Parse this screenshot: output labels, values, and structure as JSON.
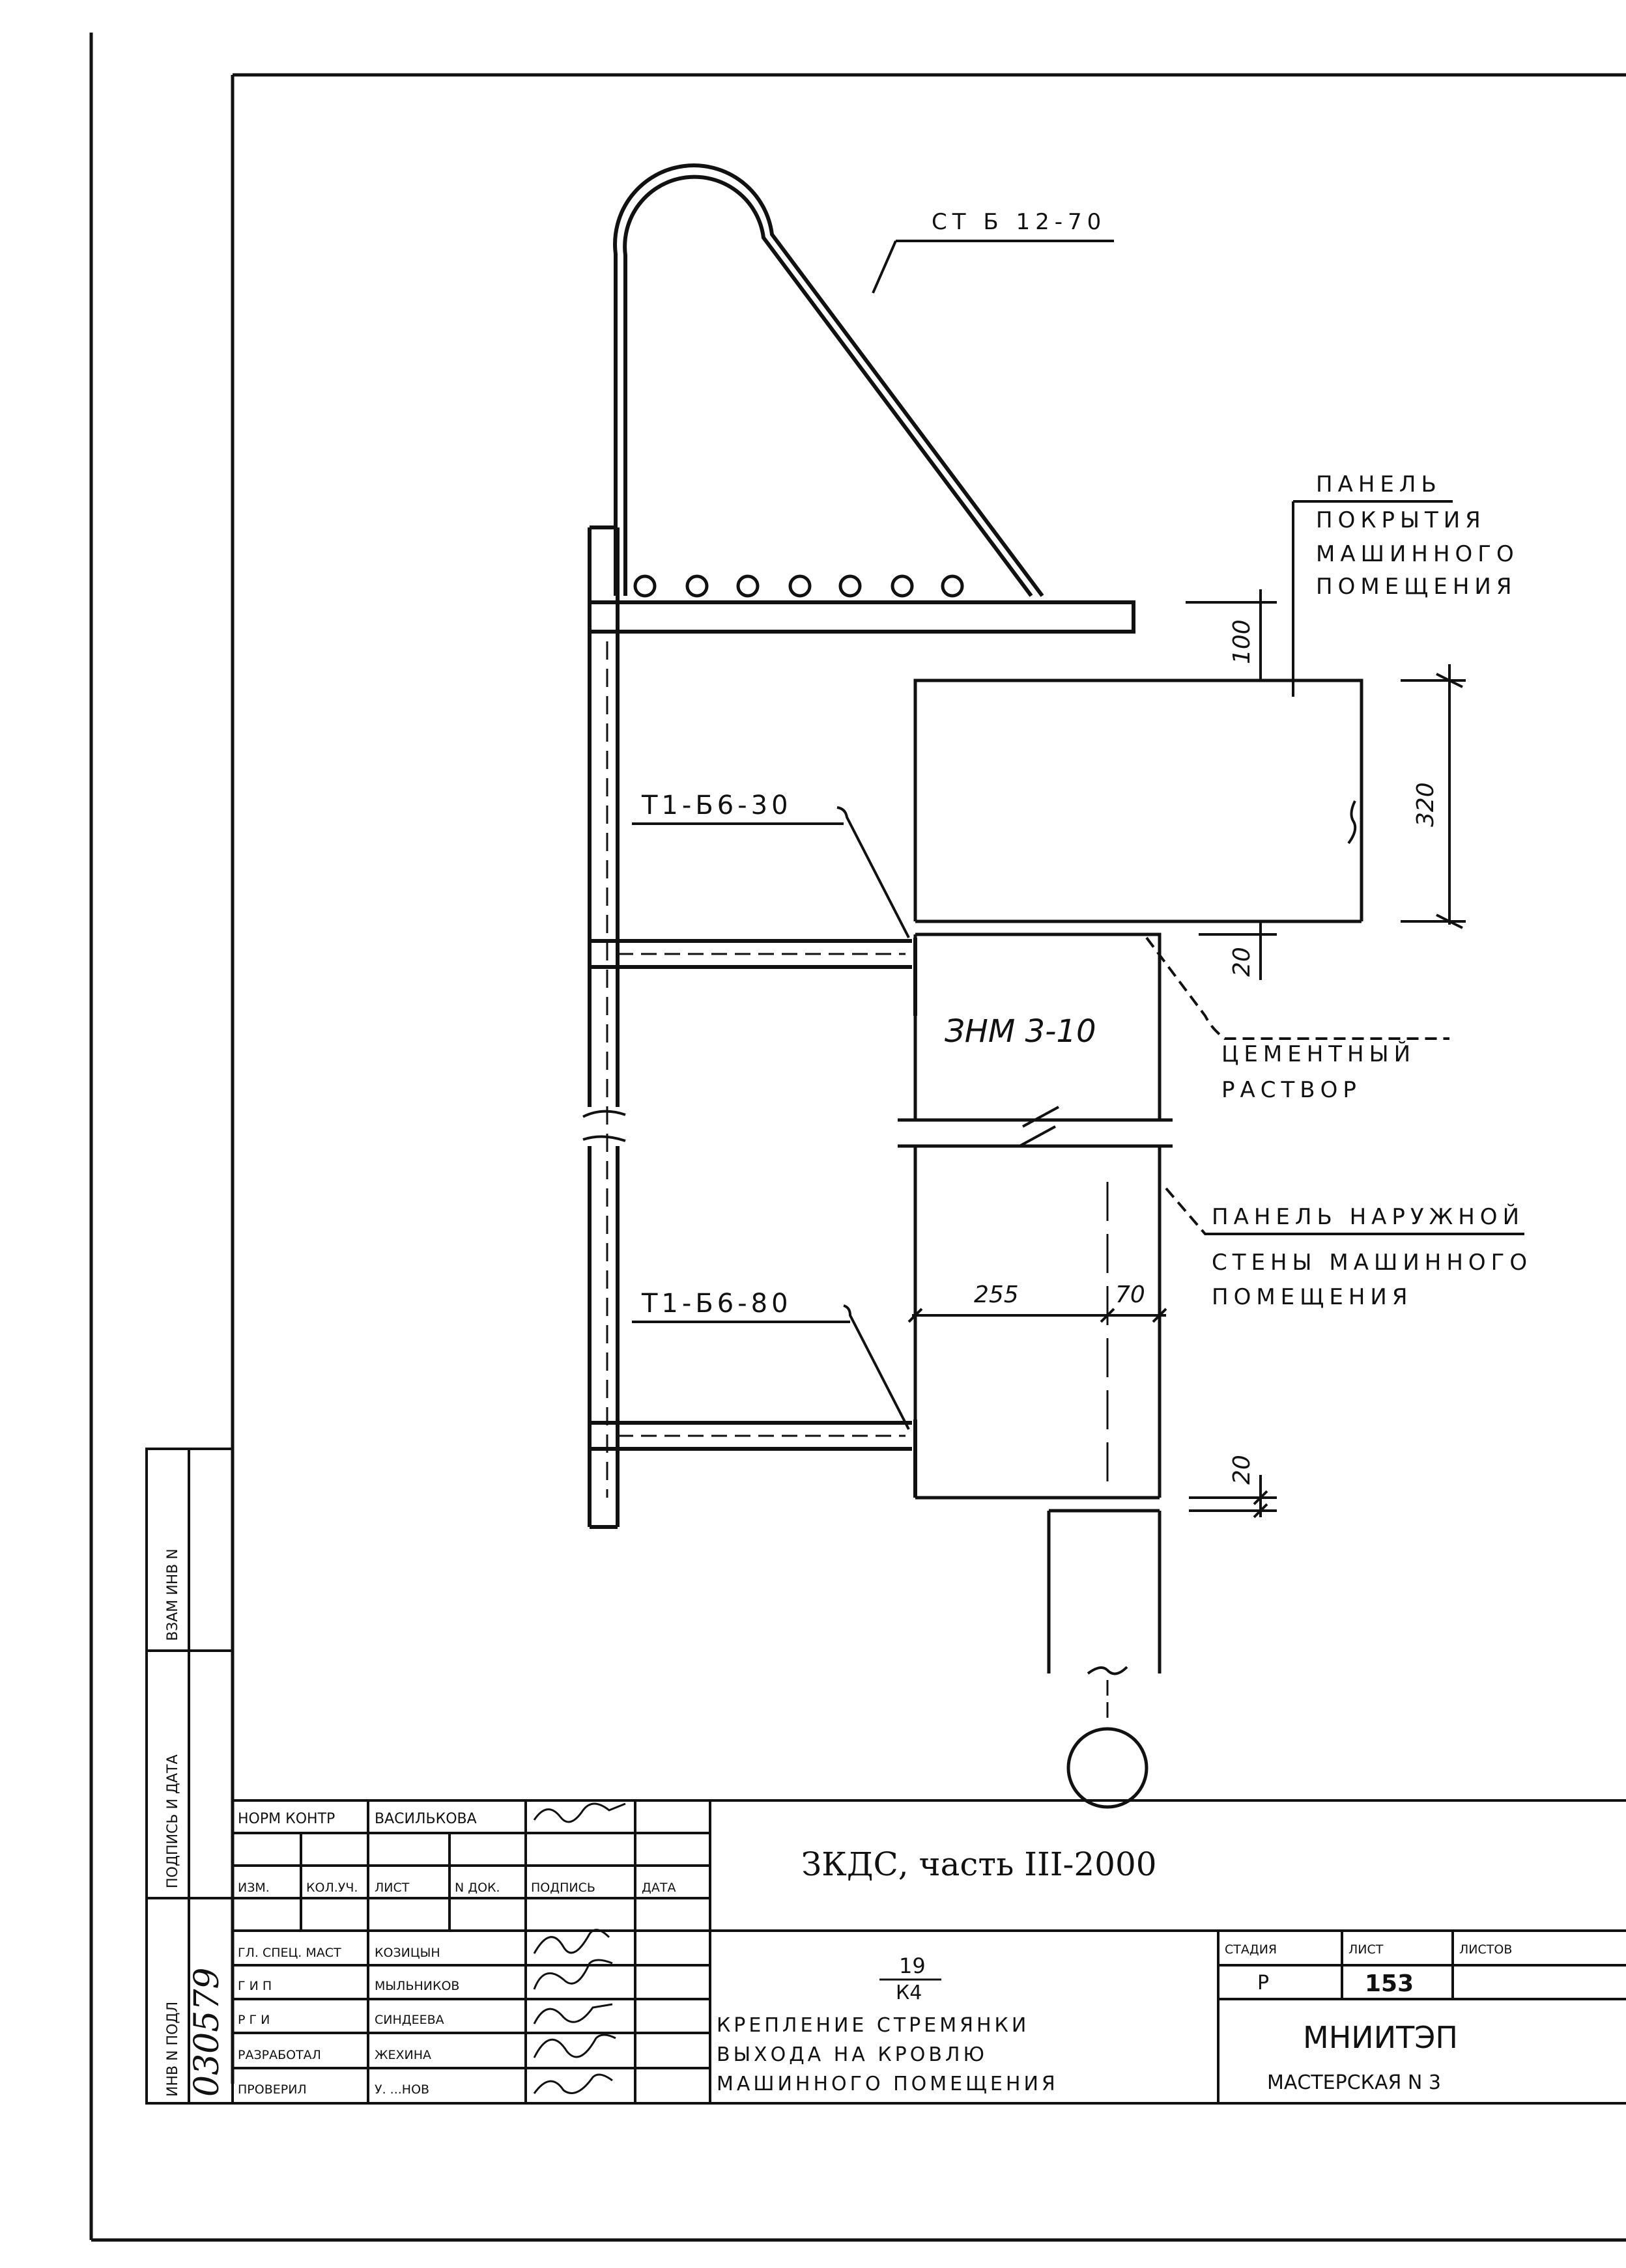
{
  "drawing": {
    "labels": {
      "ladder": "СТ Б 12-70",
      "roof_panel": [
        "ПАНЕЛЬ",
        "ПОКРЫТИЯ",
        "МАШИННОГО",
        "ПОМЕЩЕНИЯ"
      ],
      "anchor_top": "Т1-Б6-30",
      "anchor_bottom": "Т1-Б6-80",
      "element": "ЗНМ 3-10",
      "mortar": [
        "ЦЕМЕНТНЫЙ",
        "РАСТВОР"
      ],
      "wall_panel": [
        "ПАНЕЛЬ НАРУЖНОЙ",
        "СТЕНЫ МАШИННОГО",
        "ПОМЕЩЕНИЯ"
      ]
    },
    "dimensions": {
      "d100": "100",
      "d320": "320",
      "d20_top": "20",
      "d255": "255",
      "d70": "70",
      "d20_bottom": "20"
    }
  },
  "side_stamp": {
    "col_labels": [
      "ИНВ N ПОДЛ",
      "ПОДПИСЬ И ДАТА",
      "ВЗАМ ИНВ N"
    ],
    "inventory_number": "030579"
  },
  "title_block": {
    "norm_control_label": "НОРМ КОНТР",
    "norm_control_name": "ВАСИЛЬКОВА",
    "header": [
      "ИЗМ.",
      "КОЛ.УЧ.",
      "ЛИСТ",
      "N ДОК.",
      "ПОДПИСЬ",
      "ДАТА"
    ],
    "signers": [
      {
        "role": "ГЛ. СПЕЦ. МАСТ",
        "name": "КОЗИЦЫН"
      },
      {
        "role": "Г И П",
        "name": "МЫЛЬНИКОВ"
      },
      {
        "role": "Р Г И",
        "name": "СИНДЕЕВА"
      },
      {
        "role": "РАЗРАБОТАЛ",
        "name": "ЖЕХИНА"
      },
      {
        "role": "ПРОВЕРИЛ",
        "name": "У. ...НОВ"
      }
    ],
    "project": "ЗКДС, часть III-2000",
    "node_number": "19",
    "node_code": "К4",
    "description": [
      "КРЕПЛЕНИЕ СТРЕМЯНКИ",
      "ВЫХОДА НА КРОВЛЮ",
      "МАШИННОГО ПОМЕЩЕНИЯ"
    ],
    "stage_label": "СТАДИЯ",
    "sheet_label": "ЛИСТ",
    "sheets_label": "ЛИСТОВ",
    "stage": "Р",
    "sheet": "153",
    "sheets": "",
    "organization": "МНИИТЭП",
    "workshop": "МАСТЕРСКАЯ N 3"
  }
}
